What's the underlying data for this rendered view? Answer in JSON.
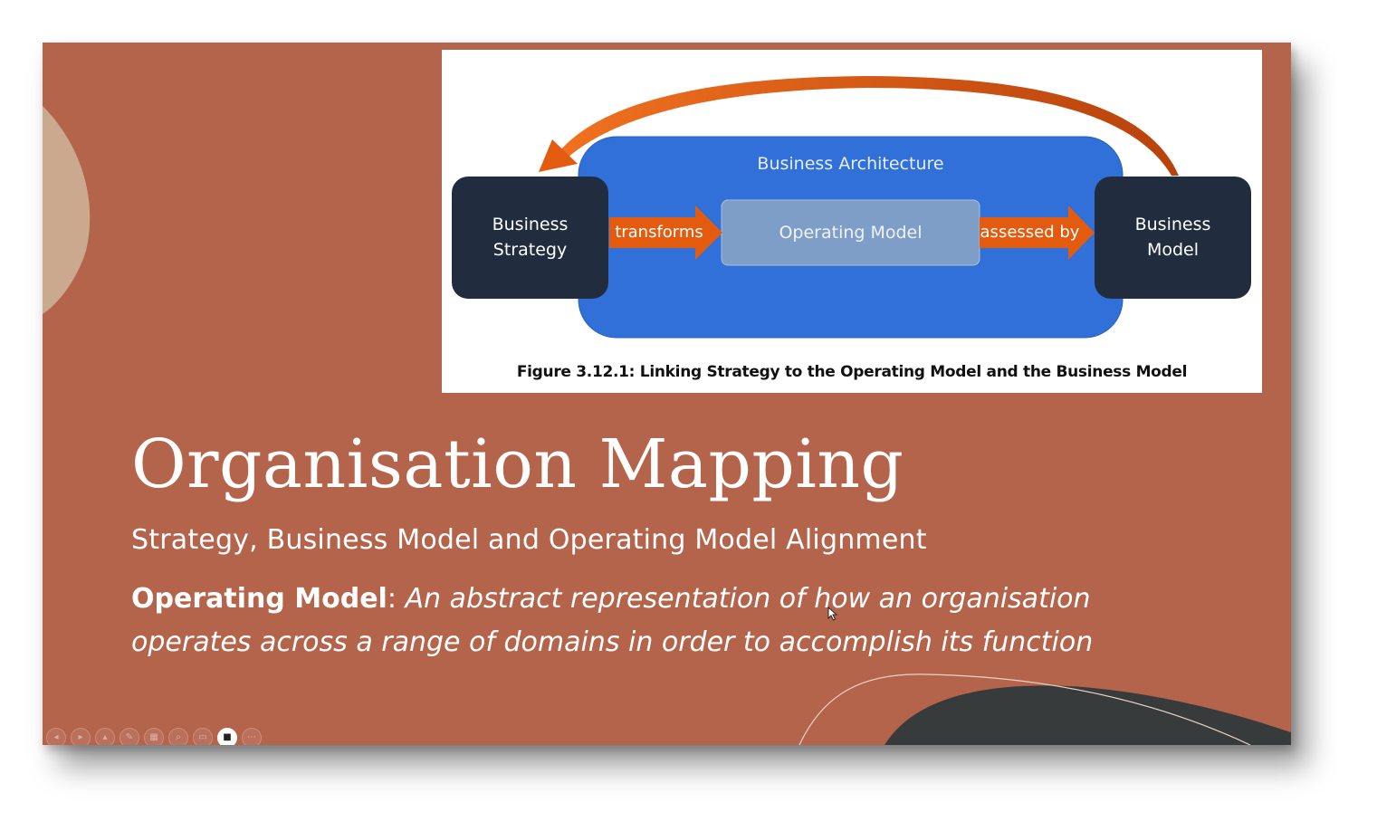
{
  "figure": {
    "container_label": "Business Architecture",
    "left_box": [
      "Business",
      "Strategy"
    ],
    "center_box": "Operating Model",
    "right_box": [
      "Business",
      "Model"
    ],
    "arrow_left_label": "transforms",
    "arrow_right_label": "assessed by",
    "caption": "Figure 3.12.1: Linking Strategy to the Operating Model and the Business Model",
    "colors": {
      "container": "#3170d8",
      "dark_box": "#222c3f",
      "center_box": "#7e9ec8",
      "arrow": "#e35b0e"
    }
  },
  "slide": {
    "title": "Organisation Mapping",
    "subtitle": "Strategy, Business Model and Operating Model Alignment",
    "definition_term": "Operating Model",
    "definition_separator": ":",
    "definition_text": " An abstract representation of how an organisation operates across a range of domains in order to accomplish its function",
    "background_color": "#b5644c"
  },
  "toolbar": {
    "buttons": [
      {
        "icon": "previous-icon",
        "glyph": "◂"
      },
      {
        "icon": "next-icon",
        "glyph": "▸"
      },
      {
        "icon": "up-icon",
        "glyph": "▴"
      },
      {
        "icon": "pen-icon",
        "glyph": "✎"
      },
      {
        "icon": "slides-grid-icon",
        "glyph": "▦"
      },
      {
        "icon": "zoom-icon",
        "glyph": "⌕"
      },
      {
        "icon": "subtitles-icon",
        "glyph": "▭"
      },
      {
        "icon": "camera-icon",
        "glyph": "■"
      },
      {
        "icon": "more-icon",
        "glyph": "⋯"
      }
    ]
  }
}
